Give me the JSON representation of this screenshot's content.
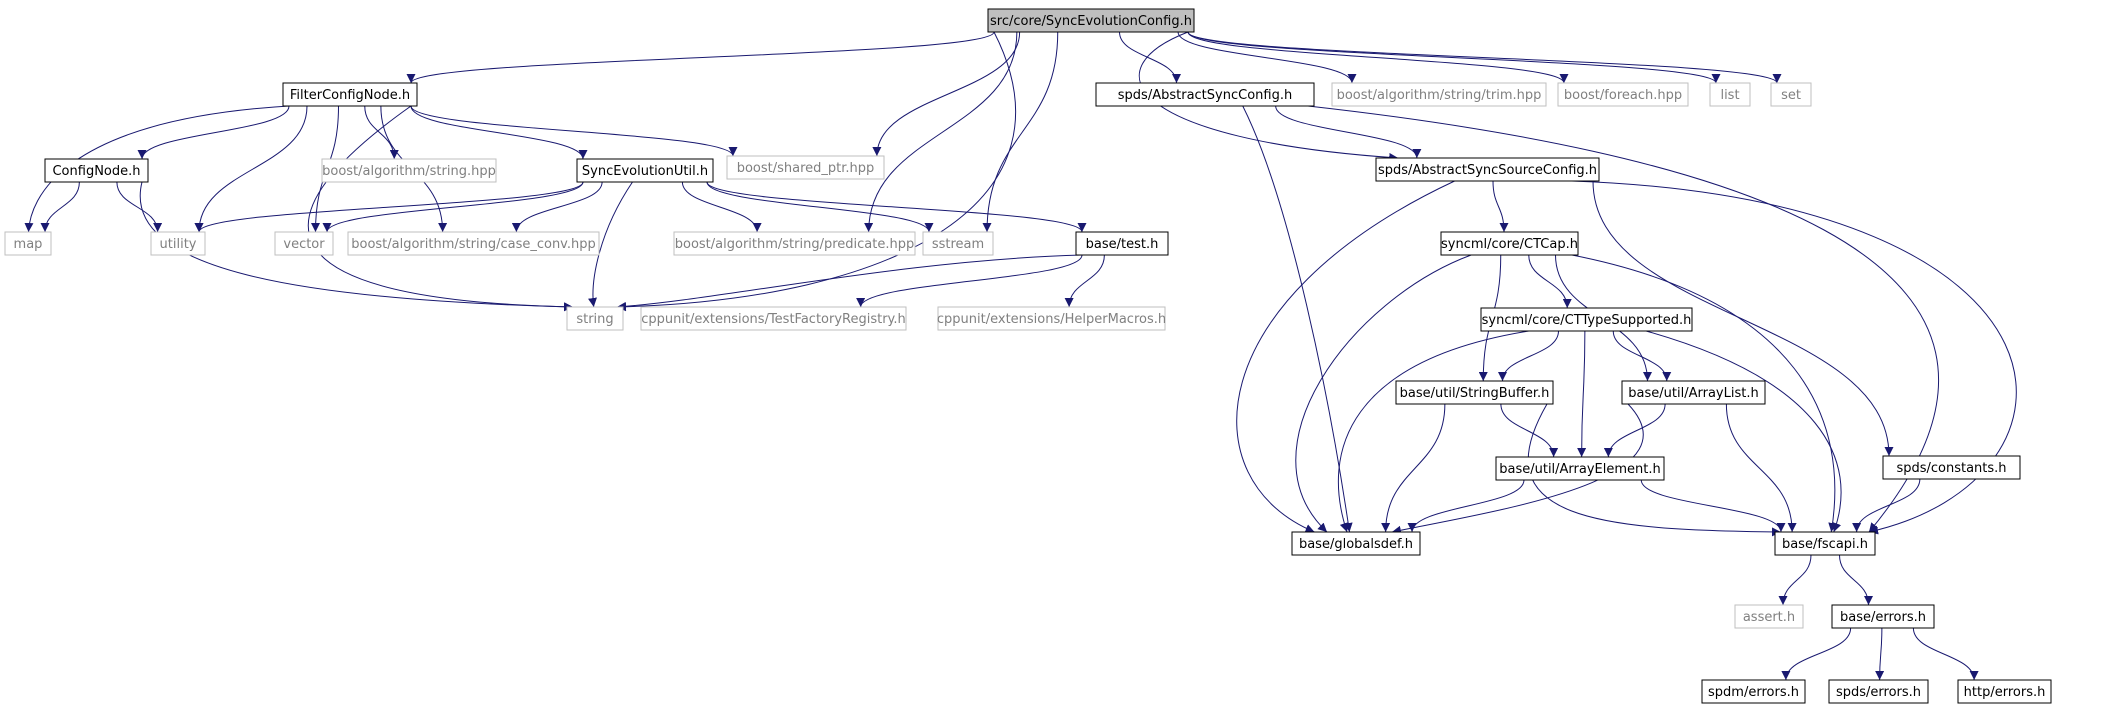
{
  "nodes": [
    {
      "id": "root",
      "label": "src/core/SyncEvolutionConfig.h",
      "kind": "root"
    },
    {
      "id": "fcn",
      "label": "FilterConfigNode.h",
      "kind": "doc"
    },
    {
      "id": "sp",
      "label": "boost/shared_ptr.hpp",
      "kind": "ext"
    },
    {
      "id": "asc",
      "label": "spds/AbstractSyncConfig.h",
      "kind": "doc"
    },
    {
      "id": "trim",
      "label": "boost/algorithm/string/trim.hpp",
      "kind": "ext"
    },
    {
      "id": "foreach",
      "label": "boost/foreach.hpp",
      "kind": "ext"
    },
    {
      "id": "list",
      "label": "list",
      "kind": "ext"
    },
    {
      "id": "set",
      "label": "set",
      "kind": "ext"
    },
    {
      "id": "cn",
      "label": "ConfigNode.h",
      "kind": "doc"
    },
    {
      "id": "bas",
      "label": "boost/algorithm/string.hpp",
      "kind": "ext"
    },
    {
      "id": "seu",
      "label": "SyncEvolutionUtil.h",
      "kind": "doc"
    },
    {
      "id": "assc",
      "label": "spds/AbstractSyncSourceConfig.h",
      "kind": "doc"
    },
    {
      "id": "map",
      "label": "map",
      "kind": "ext"
    },
    {
      "id": "utility",
      "label": "utility",
      "kind": "ext"
    },
    {
      "id": "vector",
      "label": "vector",
      "kind": "ext"
    },
    {
      "id": "cc",
      "label": "boost/algorithm/string/case_conv.hpp",
      "kind": "ext"
    },
    {
      "id": "pred",
      "label": "boost/algorithm/string/predicate.hpp",
      "kind": "ext"
    },
    {
      "id": "ss",
      "label": "sstream",
      "kind": "ext"
    },
    {
      "id": "test",
      "label": "base/test.h",
      "kind": "doc"
    },
    {
      "id": "ctcap",
      "label": "syncml/core/CTCap.h",
      "kind": "doc"
    },
    {
      "id": "string",
      "label": "string",
      "kind": "ext"
    },
    {
      "id": "tfr",
      "label": "cppunit/extensions/TestFactoryRegistry.h",
      "kind": "ext"
    },
    {
      "id": "hm",
      "label": "cppunit/extensions/HelperMacros.h",
      "kind": "ext"
    },
    {
      "id": "cts",
      "label": "syncml/core/CTTypeSupported.h",
      "kind": "doc"
    },
    {
      "id": "sb",
      "label": "base/util/StringBuffer.h",
      "kind": "doc"
    },
    {
      "id": "al",
      "label": "base/util/ArrayList.h",
      "kind": "doc"
    },
    {
      "id": "ae",
      "label": "base/util/ArrayElement.h",
      "kind": "doc"
    },
    {
      "id": "const",
      "label": "spds/constants.h",
      "kind": "doc"
    },
    {
      "id": "gd",
      "label": "base/globalsdef.h",
      "kind": "doc"
    },
    {
      "id": "fscapi",
      "label": "base/fscapi.h",
      "kind": "doc"
    },
    {
      "id": "assert",
      "label": "assert.h",
      "kind": "ext"
    },
    {
      "id": "errors",
      "label": "base/errors.h",
      "kind": "doc"
    },
    {
      "id": "spdm",
      "label": "spdm/errors.h",
      "kind": "doc"
    },
    {
      "id": "spdserr",
      "label": "spds/errors.h",
      "kind": "doc"
    },
    {
      "id": "http",
      "label": "http/errors.h",
      "kind": "doc"
    }
  ],
  "edges": [
    [
      "root",
      "fcn"
    ],
    [
      "root",
      "sp"
    ],
    [
      "root",
      "asc"
    ],
    [
      "root",
      "trim"
    ],
    [
      "root",
      "foreach"
    ],
    [
      "root",
      "list"
    ],
    [
      "root",
      "set"
    ],
    [
      "root",
      "pred"
    ],
    [
      "root",
      "ss"
    ],
    [
      "root",
      "string"
    ],
    [
      "root",
      "assc"
    ],
    [
      "fcn",
      "cn"
    ],
    [
      "fcn",
      "bas"
    ],
    [
      "fcn",
      "seu"
    ],
    [
      "fcn",
      "sp"
    ],
    [
      "fcn",
      "map"
    ],
    [
      "fcn",
      "utility"
    ],
    [
      "fcn",
      "vector"
    ],
    [
      "fcn",
      "cc"
    ],
    [
      "fcn",
      "string"
    ],
    [
      "cn",
      "map"
    ],
    [
      "cn",
      "utility"
    ],
    [
      "cn",
      "string"
    ],
    [
      "seu",
      "utility"
    ],
    [
      "seu",
      "vector"
    ],
    [
      "seu",
      "cc"
    ],
    [
      "seu",
      "pred"
    ],
    [
      "seu",
      "ss"
    ],
    [
      "seu",
      "test"
    ],
    [
      "seu",
      "string"
    ],
    [
      "test",
      "string"
    ],
    [
      "test",
      "tfr"
    ],
    [
      "test",
      "hm"
    ],
    [
      "asc",
      "assc"
    ],
    [
      "asc",
      "gd"
    ],
    [
      "asc",
      "fscapi"
    ],
    [
      "assc",
      "ctcap"
    ],
    [
      "assc",
      "const"
    ],
    [
      "assc",
      "gd"
    ],
    [
      "assc",
      "fscapi"
    ],
    [
      "ctcap",
      "cts"
    ],
    [
      "ctcap",
      "sb"
    ],
    [
      "ctcap",
      "al"
    ],
    [
      "ctcap",
      "gd"
    ],
    [
      "ctcap",
      "fscapi"
    ],
    [
      "cts",
      "sb"
    ],
    [
      "cts",
      "al"
    ],
    [
      "cts",
      "ae"
    ],
    [
      "cts",
      "gd"
    ],
    [
      "cts",
      "fscapi"
    ],
    [
      "sb",
      "ae"
    ],
    [
      "sb",
      "gd"
    ],
    [
      "sb",
      "fscapi"
    ],
    [
      "al",
      "ae"
    ],
    [
      "al",
      "gd"
    ],
    [
      "al",
      "fscapi"
    ],
    [
      "ae",
      "gd"
    ],
    [
      "ae",
      "fscapi"
    ],
    [
      "const",
      "fscapi"
    ],
    [
      "fscapi",
      "assert"
    ],
    [
      "fscapi",
      "errors"
    ],
    [
      "errors",
      "spdm"
    ],
    [
      "errors",
      "spdserr"
    ],
    [
      "errors",
      "http"
    ]
  ]
}
